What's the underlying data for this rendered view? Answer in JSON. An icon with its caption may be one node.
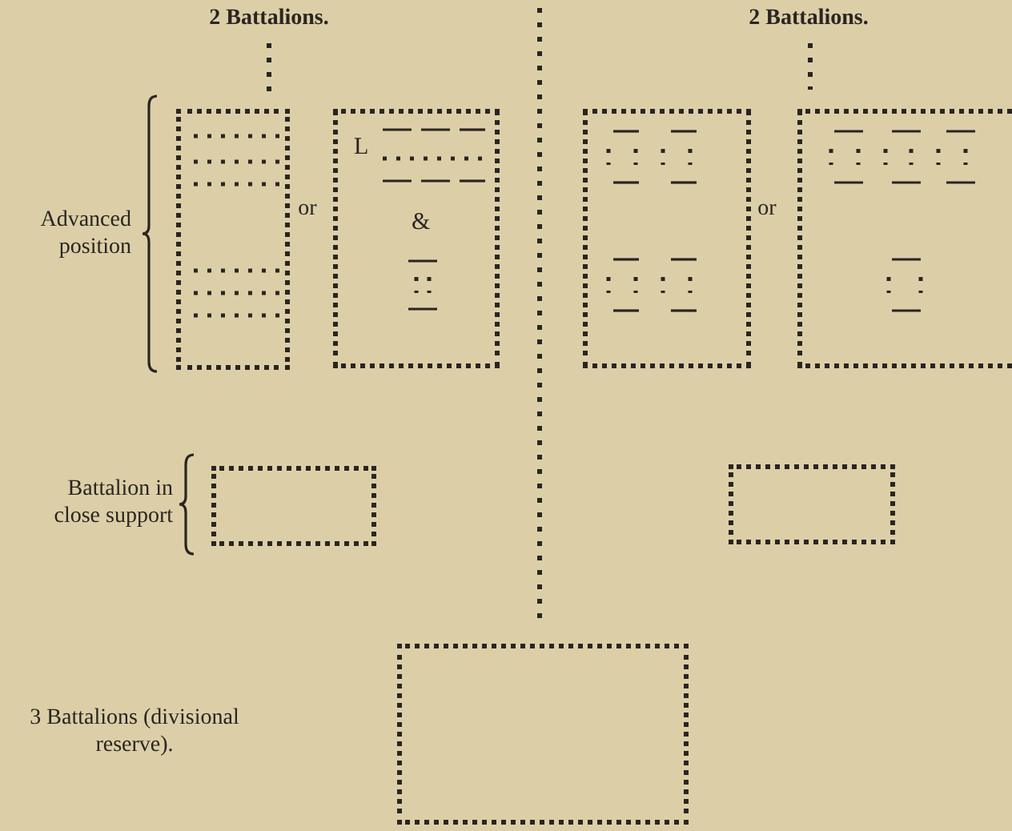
{
  "diagram": {
    "nodes": [
      {
        "text": [],
        "shape": "box"
      },
      {
        "text": [
          "L",
          "&"
        ]
      },
      {
        "text": [],
        "shape": "box"
      },
      {
        "text": [],
        "shape": "box"
      },
      {
        "text": [],
        "shape": "box"
      },
      {
        "text": [],
        "shape": "box"
      },
      {
        "text": [],
        "shape": "box"
      }
    ],
    "labels": [
      "2 Battalions.",
      "2 Battalions.",
      "Advanced position",
      "or",
      "or",
      "Battalion in close support",
      "3 Battalions (divisional reserve)."
    ]
  }
}
